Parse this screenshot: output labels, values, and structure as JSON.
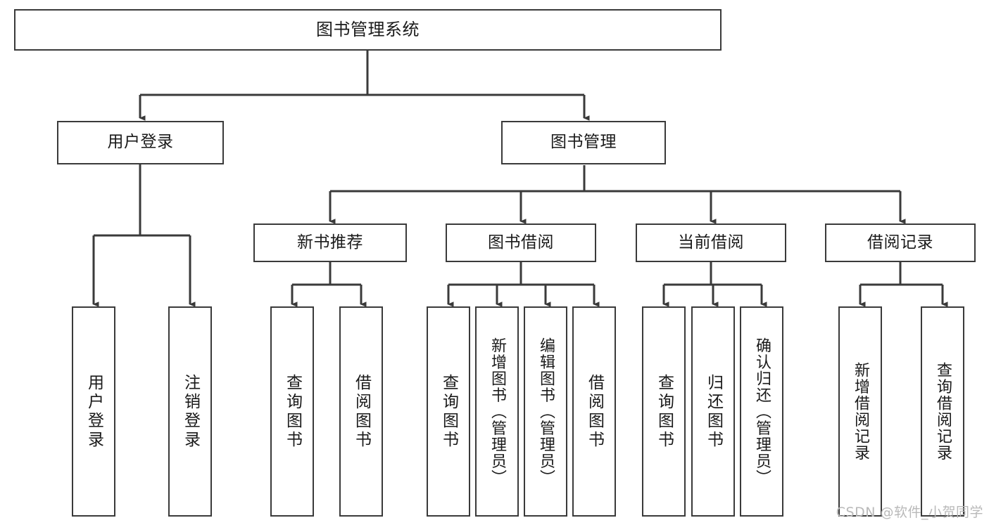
{
  "diagram": {
    "title": "图书管理系统",
    "type": "tree",
    "watermark": "CSDN @软件_小贺同学",
    "colors": {
      "box_border": "#3a3a3a",
      "box_fill": "#ffffff",
      "edge": "#3a3a3a",
      "background": "#ffffff",
      "watermark": "#b9b9b9"
    },
    "nodes": {
      "root": {
        "label": "图书管理系统"
      },
      "level2": [
        {
          "label": "用户登录"
        },
        {
          "label": "图书管理"
        }
      ],
      "level3": [
        {
          "label": "新书推荐"
        },
        {
          "label": "图书借阅"
        },
        {
          "label": "当前借阅"
        },
        {
          "label": "借阅记录"
        }
      ],
      "leaves_user_login": [
        {
          "label": "用户登录"
        },
        {
          "label": "注销登录"
        }
      ],
      "leaves_new_book": [
        {
          "label": "查询图书"
        },
        {
          "label": "借阅图书"
        }
      ],
      "leaves_borrow": [
        {
          "label": "查询图书"
        },
        {
          "label": "新增图书（管理员）"
        },
        {
          "label": "编辑图书（管理员）"
        },
        {
          "label": "借阅图书"
        }
      ],
      "leaves_current": [
        {
          "label": "查询图书"
        },
        {
          "label": "归还图书"
        },
        {
          "label": "确认归还（管理员）"
        }
      ],
      "leaves_records": [
        {
          "label": "新增借阅记录"
        },
        {
          "label": "查询借阅记录"
        }
      ]
    }
  }
}
